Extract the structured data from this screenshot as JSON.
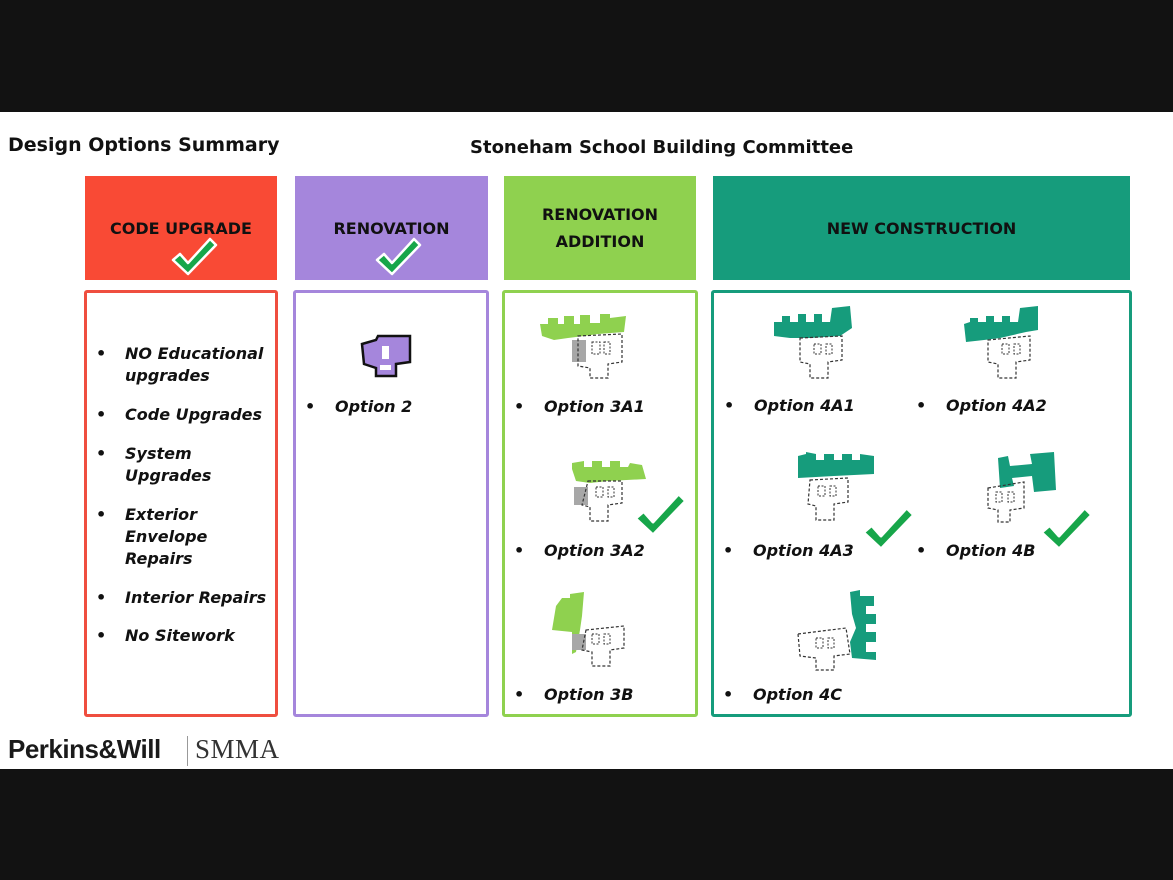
{
  "header": {
    "left_title": "Design Options Summary",
    "center_title": "Stoneham School Building Committee"
  },
  "categories": [
    {
      "label": "CODE UPGRADE",
      "color": "#f94a35",
      "checked": true
    },
    {
      "label": "RENOVATION",
      "color": "#a586dc",
      "checked": true
    },
    {
      "label": "RENOVATION\nADDITION",
      "color": "#8fd14f",
      "checked": false
    },
    {
      "label": "NEW CONSTRUCTION",
      "color": "#169c7c",
      "checked": false
    }
  ],
  "code_upgrade_items": [
    "NO Educational upgrades",
    "Code Upgrades",
    "System Upgrades",
    "Exterior Envelope Repairs",
    "Interior Repairs",
    "No Sitework"
  ],
  "options": {
    "opt2": "Option 2",
    "opt3a1": "Option 3A1",
    "opt3a2": "Option 3A2",
    "opt3b": "Option 3B",
    "opt4a1": "Option 4A1",
    "opt4a2": "Option 4A2",
    "opt4a3": "Option 4A3",
    "opt4b": "Option 4B",
    "opt4c": "Option 4C"
  },
  "selected_options": [
    "Option 3A2",
    "Option 4A3",
    "Option 4B"
  ],
  "icons": {
    "check": "check-mark-icon",
    "building": "building-footprint-icon"
  },
  "footer": {
    "logo_primary": "Perkins&Will",
    "logo_secondary": "SMMA"
  }
}
